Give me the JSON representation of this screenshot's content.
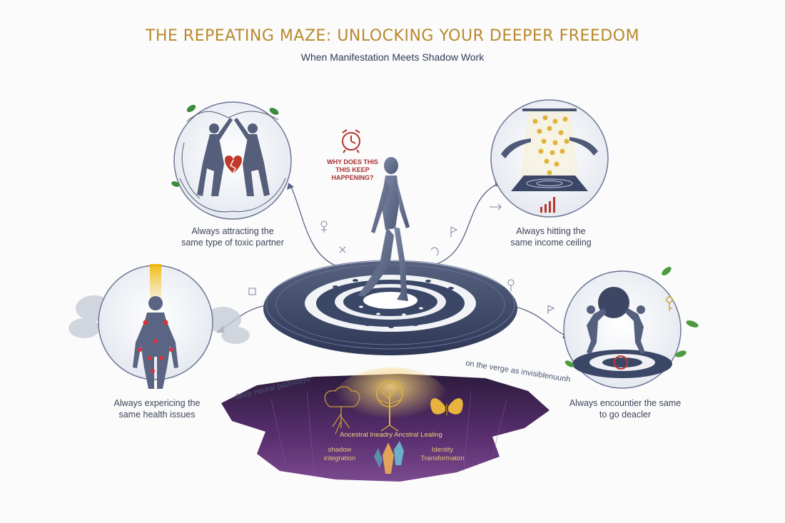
{
  "header": {
    "title": "THE REPEATING MAZE: UNLOCKING YOUR DEEPER FREEDOM",
    "subtitle": "When Manifestation Meets Shadow Work"
  },
  "center": {
    "question_line1": "WHY DOES THIS",
    "question_line2": "THIS KEEP",
    "question_line3": "HAPPENING?"
  },
  "patterns": {
    "relationships": {
      "line1": "Always attracting the",
      "line2": "same type of toxic partner"
    },
    "income": {
      "line1": "Always hitting the",
      "line2": "same income ceiling"
    },
    "health": {
      "line1": "Always expericing the",
      "line2": "same health issues"
    },
    "obstacles": {
      "line1": "Always encountier the same",
      "line2": "to go deacler"
    }
  },
  "abyss": {
    "left_path_label": "deep neural pathways",
    "right_path_label": "on the verge as invisiblenuunh",
    "ancestral_label": "Ancestral Ineadry Ancstral Lealing",
    "shadow_line1": "shadow",
    "shadow_line2": "integration",
    "identity_line1": "Identity",
    "identity_line2": "Transformaton"
  },
  "colors": {
    "title_gold": "#b8892a",
    "disc_navy": "#3b4766",
    "abyss_purple": "#4a2a5e",
    "heart_red": "#c0392b"
  }
}
